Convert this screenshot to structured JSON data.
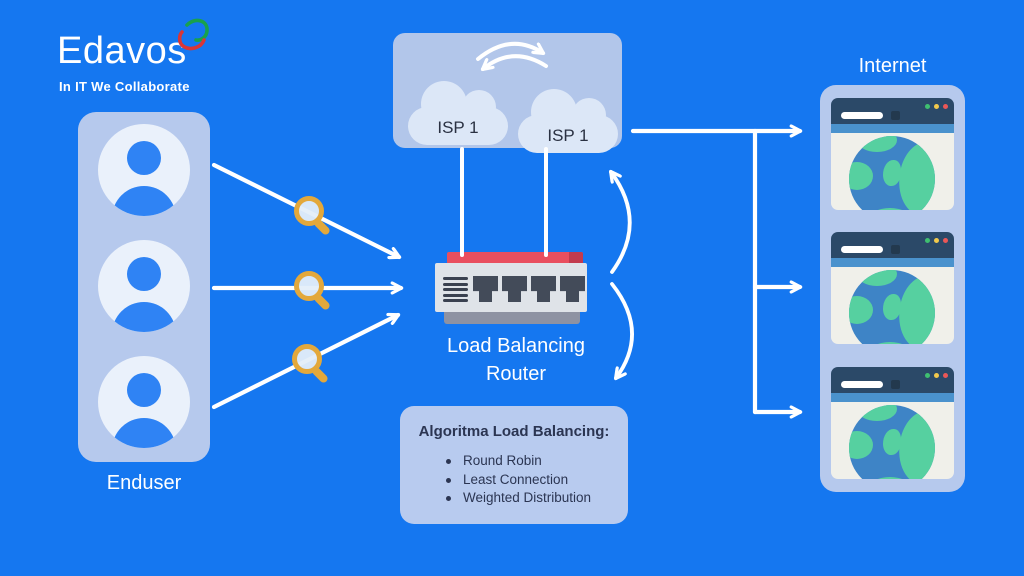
{
  "brand": {
    "name": "Edavos",
    "tagline": "In IT We Collaborate"
  },
  "enduser_panel": {
    "label": "Enduser",
    "user_count": 3
  },
  "isp_box": {
    "cloud_labels": [
      "ISP 1",
      "ISP 1"
    ]
  },
  "router": {
    "label_line1": "Load Balancing",
    "label_line2": "Router"
  },
  "algorithm_box": {
    "title": "Algoritma Load Balancing:",
    "items": [
      "Round Robin",
      "Least Connection",
      "Weighted Distribution"
    ]
  },
  "internet_panel": {
    "label": "Internet",
    "browser_count": 3
  },
  "icons": {
    "brand-swirl-icon": "red-green spiral",
    "user-avatar-icon": "person silhouette",
    "cloud-icon": "cloud",
    "swap-arrows-icon": "two curved exchange arrows",
    "magnifier-icon": "inspection magnifying glass",
    "router-icon": "4-port router",
    "browser-globe-icon": "browser window with globe",
    "curved-arrow-icon": "curved white arrow"
  },
  "colors": {
    "background": "#1577F0",
    "panel": "#B6C9ED",
    "cloud": "#DCE7F7",
    "arrow": "#FFFFFF",
    "router_red": "#E94F5F",
    "router_body": "#DFE3E8",
    "router_dark": "#434B59",
    "router_base": "#8E92A2",
    "magnifier_gold": "#E3A83B",
    "browser_header": "#2B4968",
    "browser_subbar": "#4A92CD",
    "browser_body": "#F0F0EA",
    "globe_ocean": "#3E84C6",
    "globe_land": "#56D0A0",
    "dot_green": "#3FBF70",
    "dot_yellow": "#F2C94C",
    "dot_red": "#EB5757",
    "dark_text": "#2B3552",
    "logo_green": "#18A14D",
    "logo_red": "#D93636"
  }
}
